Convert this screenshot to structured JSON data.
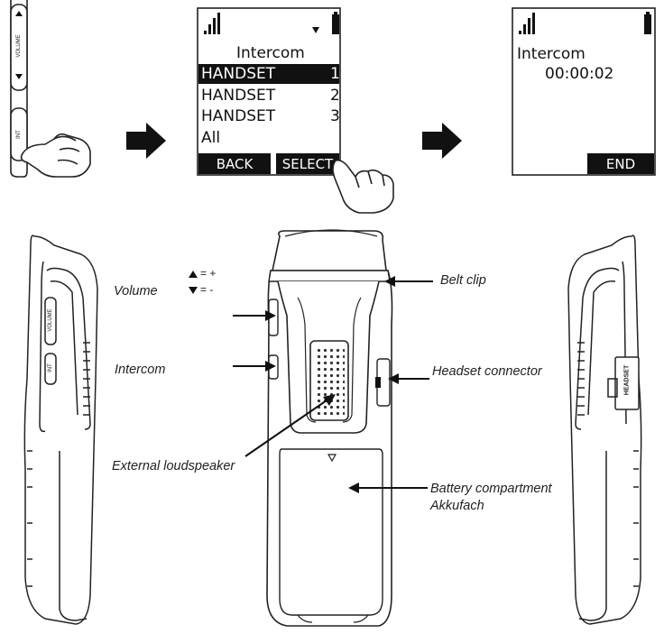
{
  "step1": {
    "volume_key_label": "VOLUME",
    "int_key_label": "INT"
  },
  "screen2": {
    "title": "Intercom",
    "rows": [
      {
        "label": "HANDSET",
        "num": "1",
        "selected": true
      },
      {
        "label": "HANDSET",
        "num": "2",
        "selected": false
      },
      {
        "label": "HANDSET",
        "num": "3",
        "selected": false
      },
      {
        "label": "All",
        "num": "",
        "selected": false
      }
    ],
    "left_softkey": "BACK",
    "right_softkey": "SELECT"
  },
  "screen3": {
    "title": "Intercom",
    "timer": "00:00:02",
    "right_softkey": "END"
  },
  "legend": {
    "up_symbol": "= +",
    "down_symbol": "= -"
  },
  "labels": {
    "volume": "Volume",
    "intercom": "Intercom",
    "belt_clip": "Belt clip",
    "headset_connector": "Headset connector",
    "external_loudspeaker": "External loudspeaker",
    "battery_line1": "Battery compartment",
    "battery_line2": "Akkufach"
  },
  "side_labels": {
    "left_volume": "VOLUME",
    "left_int": "INT",
    "right_headset": "HEADSET"
  }
}
